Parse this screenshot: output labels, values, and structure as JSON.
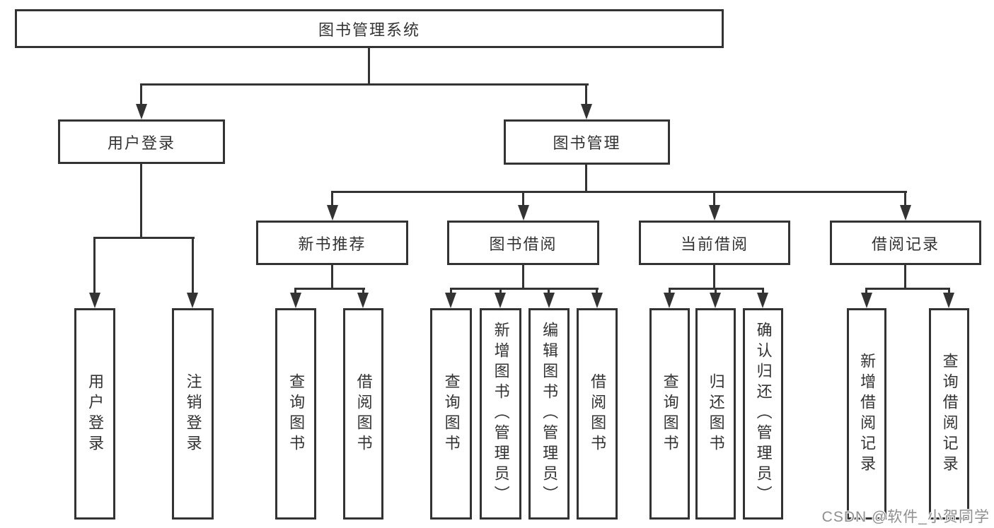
{
  "diagram": {
    "root": {
      "label": "图书管理系统"
    },
    "level2": [
      {
        "id": "user-login",
        "label": "用户登录"
      },
      {
        "id": "book-management",
        "label": "图书管理"
      }
    ],
    "level3": [
      {
        "id": "new-book-recommend",
        "label": "新书推荐"
      },
      {
        "id": "book-borrow",
        "label": "图书借阅"
      },
      {
        "id": "current-borrow",
        "label": "当前借阅"
      },
      {
        "id": "borrow-records",
        "label": "借阅记录"
      }
    ],
    "leaf_groups": [
      {
        "parent": "用户登录",
        "items": [
          {
            "label": "用户登录"
          },
          {
            "label": "注销登录"
          }
        ]
      },
      {
        "parent": "新书推荐",
        "items": [
          {
            "label": "查询图书"
          },
          {
            "label": "借阅图书"
          }
        ]
      },
      {
        "parent": "图书借阅",
        "items": [
          {
            "label": "查询图书"
          },
          {
            "label": "新增图书（管理员）"
          },
          {
            "label": "编辑图书（管理员）"
          },
          {
            "label": "借阅图书"
          }
        ]
      },
      {
        "parent": "当前借阅",
        "items": [
          {
            "label": "查询图书"
          },
          {
            "label": "归还图书"
          },
          {
            "label": "确认归还（管理员）"
          }
        ]
      },
      {
        "parent": "借阅记录",
        "items": [
          {
            "label": "新增借阅记录"
          },
          {
            "label": "查询借阅记录"
          }
        ]
      }
    ],
    "watermark": "CSDN @软件_小贺同学",
    "colors": {
      "line": "#333333",
      "box_background": "#ffffff",
      "text": "#333333",
      "watermark": "#8f8f8f"
    }
  }
}
